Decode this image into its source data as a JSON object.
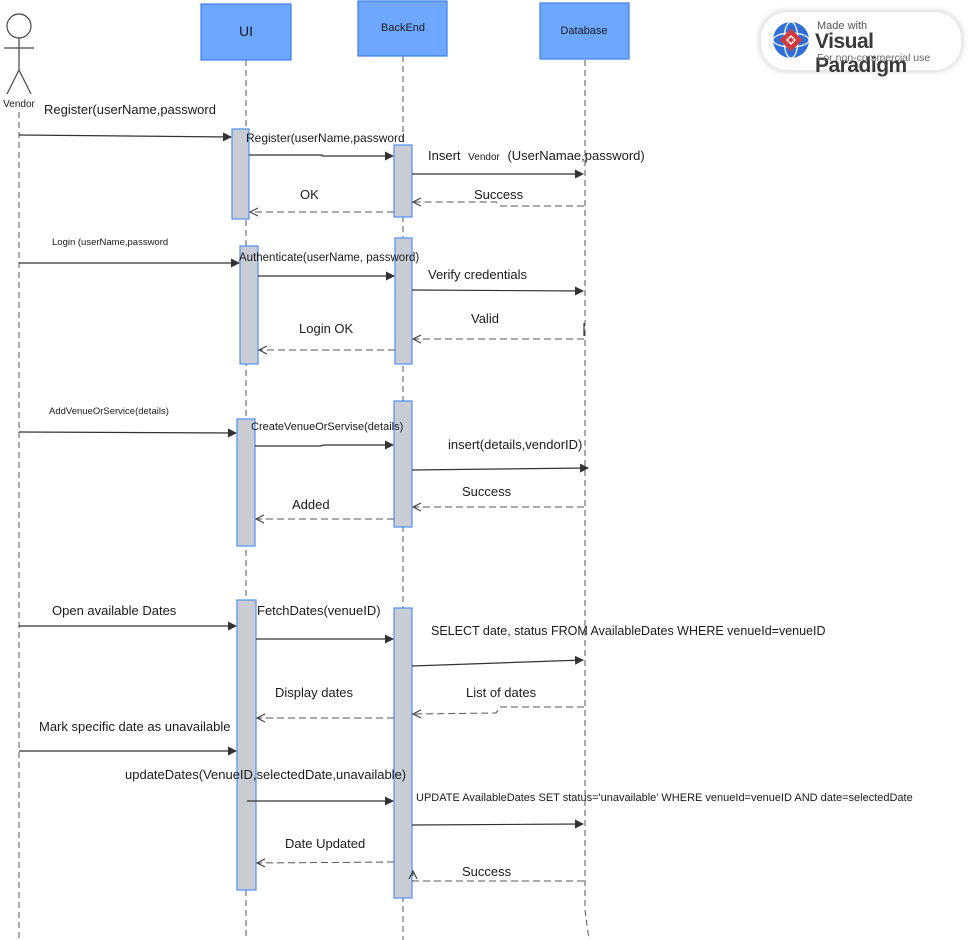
{
  "participants": {
    "actor": "Vendor",
    "ui": "UI",
    "backend": "BackEnd",
    "database": "Database"
  },
  "watermark": {
    "made_with": "Made with",
    "brand": "Visual Paradigm",
    "sub": "For non-commercial use"
  },
  "messages": {
    "m1": "Register(userName,password",
    "m2": "Register(userName,password",
    "m3_a": "Insert",
    "m3_b": "Vendor",
    "m3_c": "(UserNamae,password)",
    "m4": "Success",
    "m5": "OK",
    "m6": "Login (userName,password",
    "m7": "Authenticate(userName, password)",
    "m8": "Verify credentials",
    "m9": "Valid",
    "m10": "Login OK",
    "m11": "AddVenueOrService(details)",
    "m12": "CreateVenueOrServise(details)",
    "m13": "insert(details,vendorID)",
    "m14": "Success",
    "m15": "Added",
    "m16": "Open available Dates",
    "m17": "FetchDates(venueID)",
    "m18": "SELECT date, status FROM AvailableDates WHERE venueId=venueID",
    "m19": "List of dates",
    "m20": "Display dates",
    "m21": "Mark specific date as unavailable",
    "m22": "updateDates(VenueID,selectedDate,unavailable)",
    "m23": "UPDATE AvailableDates SET status='unavailable' WHERE venueId=venueID AND date=selectedDate",
    "m24": "Success",
    "m25": "Date Updated"
  },
  "colors": {
    "header_fill": "#6ea7ff",
    "activation_fill": "#c9ccd2",
    "activation_border": "#4f8ff7",
    "brand_red": "#d33a3a",
    "brand_blue": "#2f6fd6"
  }
}
